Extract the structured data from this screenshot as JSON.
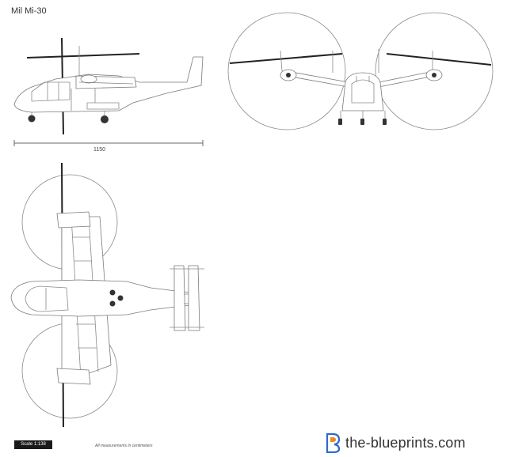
{
  "title": "Mil Mi-30",
  "dimension": {
    "length_label": "1150"
  },
  "footer": {
    "scale_label": "Scale 1:138",
    "note": "All measurements in centimeters",
    "brand": "the-blueprints.com"
  },
  "colors": {
    "line": "#8a8a8a",
    "blade": "#222222",
    "brand_orange": "#f08a24",
    "brand_blue": "#2a6bd1"
  }
}
